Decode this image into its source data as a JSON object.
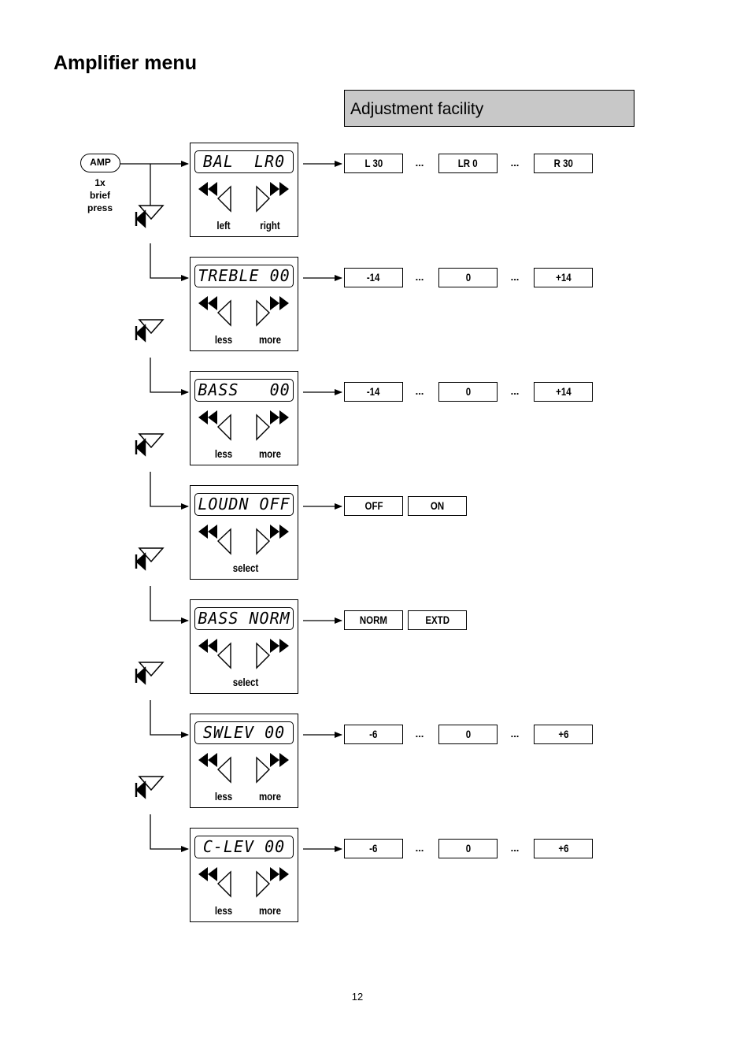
{
  "title": "Amplifier menu",
  "header": {
    "adjustment_facility": "Adjustment facility"
  },
  "amp_button": {
    "label": "AMP",
    "press_text": [
      "1x",
      "brief",
      "press"
    ]
  },
  "menu_items": [
    {
      "display": "BAL  LR0",
      "labels": [
        "left",
        "right"
      ],
      "options": [
        {
          "kind": "box",
          "text": "L 30"
        },
        {
          "kind": "dots",
          "text": "..."
        },
        {
          "kind": "box",
          "text": "LR 0"
        },
        {
          "kind": "dots",
          "text": "..."
        },
        {
          "kind": "box",
          "text": "R 30"
        }
      ]
    },
    {
      "display": "TREBLE 00",
      "labels": [
        "less",
        "more"
      ],
      "options": [
        {
          "kind": "box",
          "text": "-14"
        },
        {
          "kind": "dots",
          "text": "..."
        },
        {
          "kind": "box",
          "text": "0"
        },
        {
          "kind": "dots",
          "text": "..."
        },
        {
          "kind": "box",
          "text": "+14"
        }
      ]
    },
    {
      "display": "BASS   00",
      "labels": [
        "less",
        "more"
      ],
      "options": [
        {
          "kind": "box",
          "text": "-14"
        },
        {
          "kind": "dots",
          "text": "..."
        },
        {
          "kind": "box",
          "text": "0"
        },
        {
          "kind": "dots",
          "text": "..."
        },
        {
          "kind": "box",
          "text": "+14"
        }
      ]
    },
    {
      "display": "LOUDN OFF",
      "labels": [
        "select"
      ],
      "options": [
        {
          "kind": "box",
          "text": "OFF"
        },
        {
          "kind": "box",
          "text": "ON"
        }
      ]
    },
    {
      "display": "BASS NORM",
      "labels": [
        "select"
      ],
      "options": [
        {
          "kind": "box",
          "text": "NORM"
        },
        {
          "kind": "box",
          "text": "EXTD"
        }
      ]
    },
    {
      "display": "SWLEV 00",
      "labels": [
        "less",
        "more"
      ],
      "options": [
        {
          "kind": "box",
          "text": "-6"
        },
        {
          "kind": "dots",
          "text": "..."
        },
        {
          "kind": "box",
          "text": "0"
        },
        {
          "kind": "dots",
          "text": "..."
        },
        {
          "kind": "box",
          "text": "+6"
        }
      ]
    },
    {
      "display": "C-LEV 00",
      "labels": [
        "less",
        "more"
      ],
      "options": [
        {
          "kind": "box",
          "text": "-6"
        },
        {
          "kind": "dots",
          "text": "..."
        },
        {
          "kind": "box",
          "text": "0"
        },
        {
          "kind": "dots",
          "text": "..."
        },
        {
          "kind": "box",
          "text": "+6"
        }
      ]
    }
  ],
  "page_number": "12"
}
